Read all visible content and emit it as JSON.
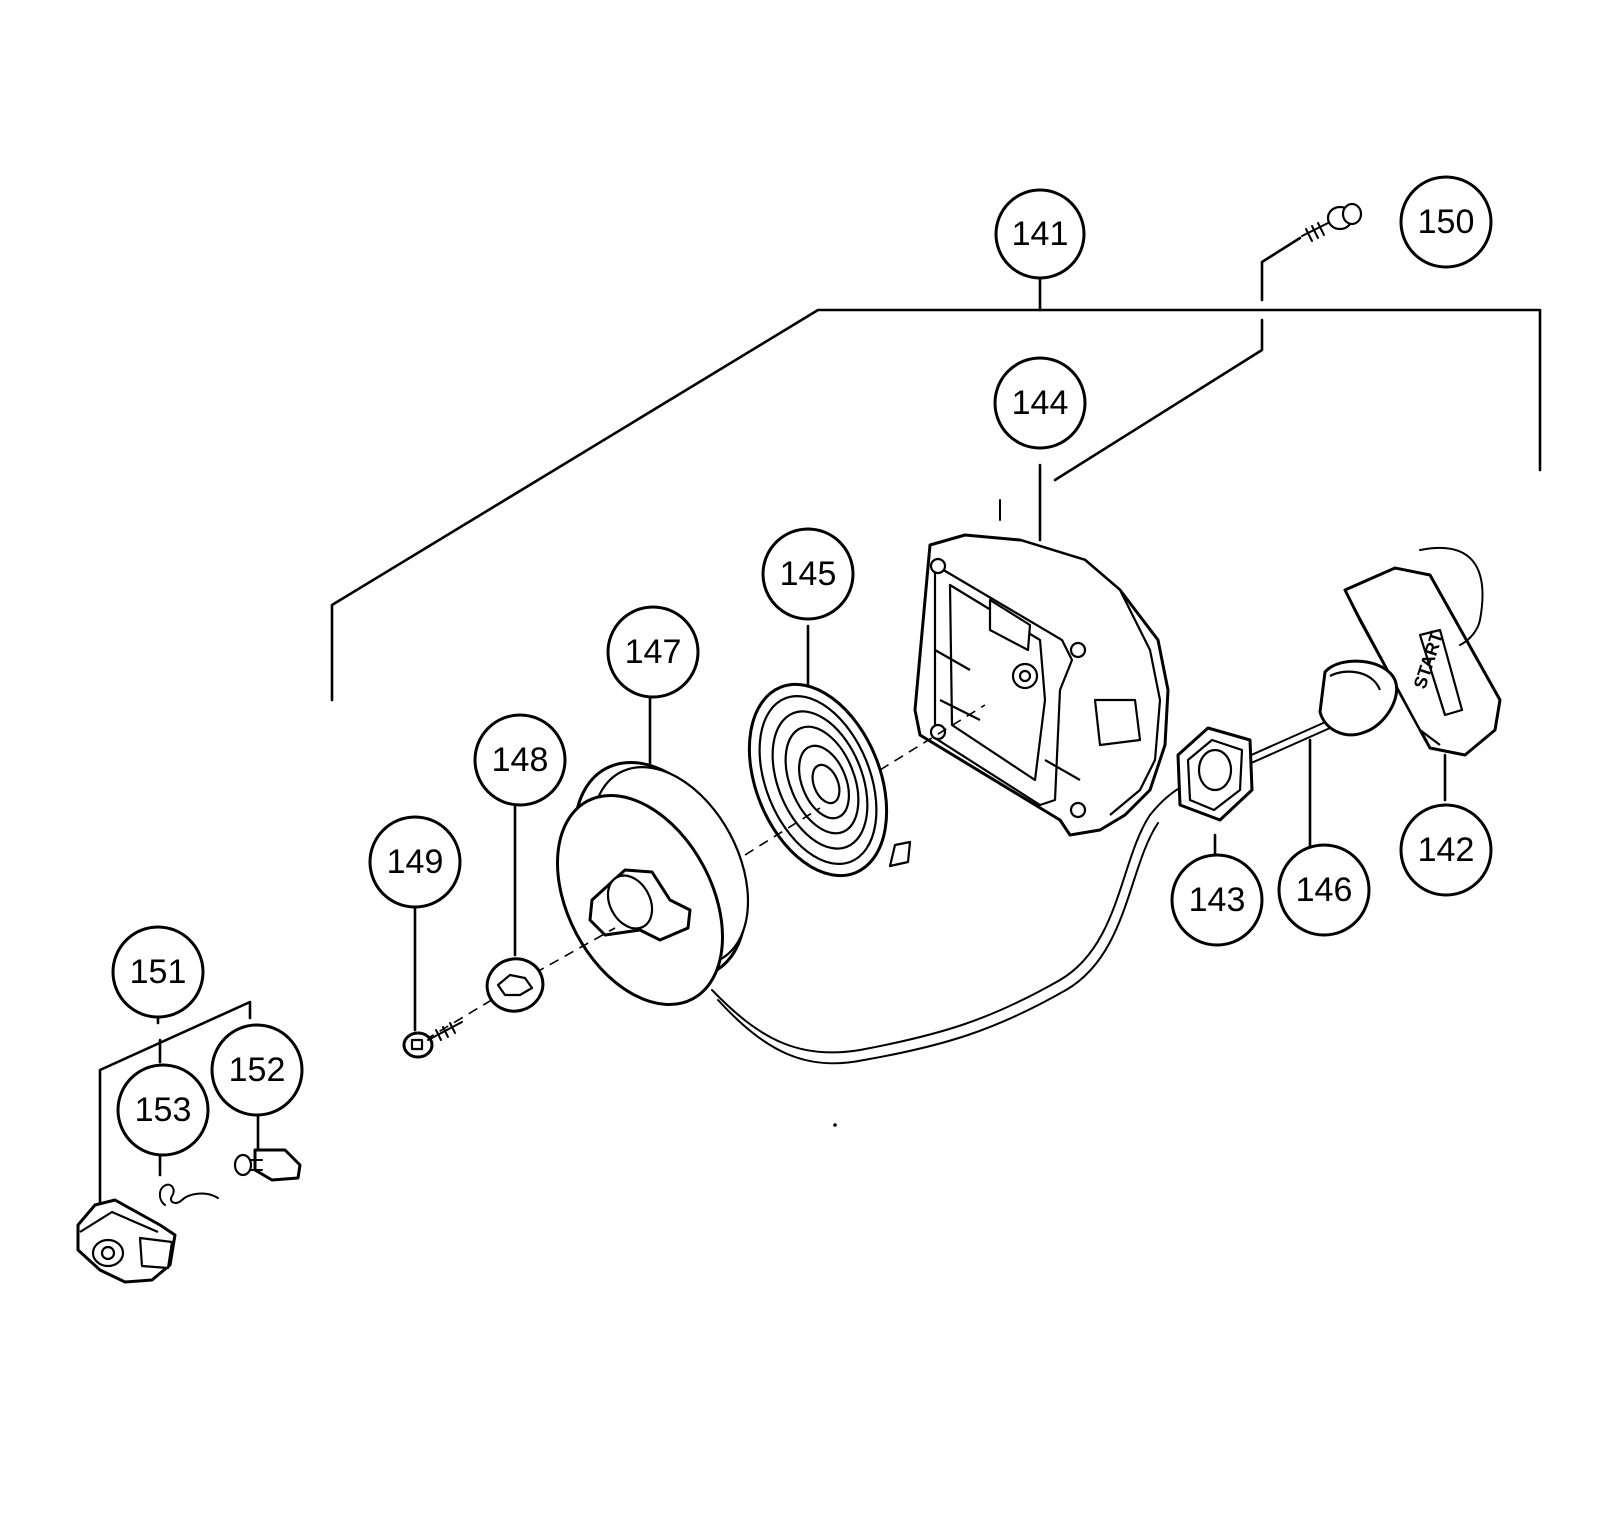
{
  "diagram": {
    "callouts": [
      {
        "id": "141",
        "label": "141"
      },
      {
        "id": "142",
        "label": "142"
      },
      {
        "id": "143",
        "label": "143"
      },
      {
        "id": "144",
        "label": "144"
      },
      {
        "id": "145",
        "label": "145"
      },
      {
        "id": "146",
        "label": "146"
      },
      {
        "id": "147",
        "label": "147"
      },
      {
        "id": "148",
        "label": "148"
      },
      {
        "id": "149",
        "label": "149"
      },
      {
        "id": "150",
        "label": "150"
      },
      {
        "id": "151",
        "label": "151"
      },
      {
        "id": "152",
        "label": "152"
      },
      {
        "id": "153",
        "label": "153"
      }
    ],
    "handle_text": "START"
  }
}
